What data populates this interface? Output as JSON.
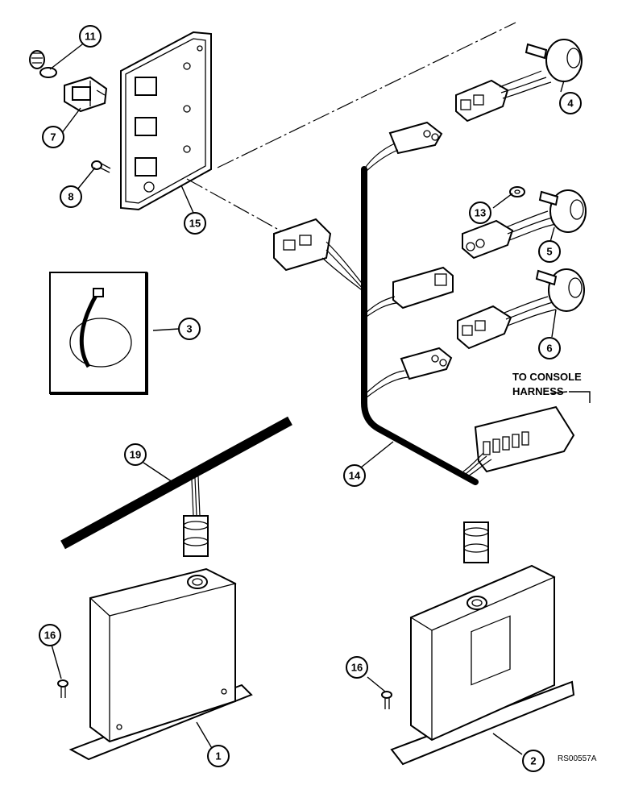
{
  "callouts": [
    {
      "id": "11",
      "label": "11"
    },
    {
      "id": "7",
      "label": "7"
    },
    {
      "id": "8",
      "label": "8"
    },
    {
      "id": "15",
      "label": "15"
    },
    {
      "id": "4",
      "label": "4"
    },
    {
      "id": "13",
      "label": "13"
    },
    {
      "id": "5",
      "label": "5"
    },
    {
      "id": "6",
      "label": "6"
    },
    {
      "id": "3",
      "label": "3"
    },
    {
      "id": "19",
      "label": "19"
    },
    {
      "id": "14",
      "label": "14"
    },
    {
      "id": "16a",
      "label": "16"
    },
    {
      "id": "16b",
      "label": "16"
    },
    {
      "id": "1",
      "label": "1"
    },
    {
      "id": "2",
      "label": "2"
    }
  ],
  "note": {
    "line1": "TO CONSOLE",
    "line2": "HARNESS"
  },
  "drawing_code": "RS00557A"
}
